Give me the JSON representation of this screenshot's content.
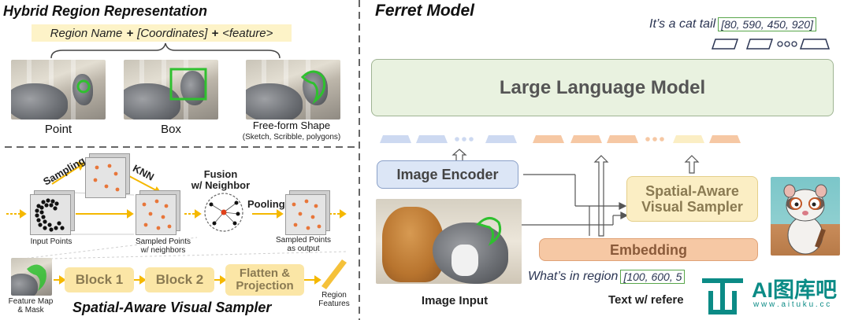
{
  "left_panel": {
    "title": "Hybrid Region Representation",
    "formula": {
      "part1": "Region Name",
      "plus1": "+",
      "part2": "[Coordinates]",
      "plus2": "+",
      "part3": "<feature>"
    },
    "examples": [
      {
        "label": "Point"
      },
      {
        "label": "Box"
      },
      {
        "label": "Free-form Shape",
        "sublabel": "(Sketch, Scribble, polygons)"
      }
    ]
  },
  "sampler_panel": {
    "title": "Spatial-Aware Visual Sampler",
    "steps": {
      "sampling": "Sampling",
      "knn": "KNN",
      "fusion": "Fusion\nw/ Neighbor",
      "pooling": "Pooling"
    },
    "point_sets": {
      "input": "Input Points",
      "sampled": "Sampled Points\nw/ neighbors",
      "output": "Sampled Points\nas output"
    },
    "pipeline": {
      "feature_map": "Feature Map\n& Mask",
      "block1": "Block 1",
      "block2": "Block 2",
      "flatten": "Flatten &\nProjection",
      "region_features": "Region\nFeatures"
    }
  },
  "right_panel": {
    "title": "Ferret Model",
    "output_text": "It’s a cat tail",
    "output_coords": "[80, 590, 450, 920]",
    "llm_label": "Large Language Model",
    "image_encoder": "Image Encoder",
    "sampler": "Spatial-Aware\nVisual Sampler",
    "embedding": "Embedding",
    "query_text": "What’s in region",
    "query_coords": "[100, 600, 5",
    "image_input_label": "Image Input",
    "text_input_label": "Text w/ refere",
    "watermark_text": "AI图库吧",
    "watermark_url": "w w w . a i t u k u . c c"
  },
  "colors": {
    "green_outline": "#2fc02f",
    "llm_fill": "#e9f2e0",
    "encoder_fill": "#dce6f6",
    "sampler_fill": "#fbeec4",
    "embedding_fill": "#f6c8a4",
    "block_fill": "#fbe6a6",
    "arrow_yellow": "#f5b800",
    "watermark": "#0b8b86"
  }
}
